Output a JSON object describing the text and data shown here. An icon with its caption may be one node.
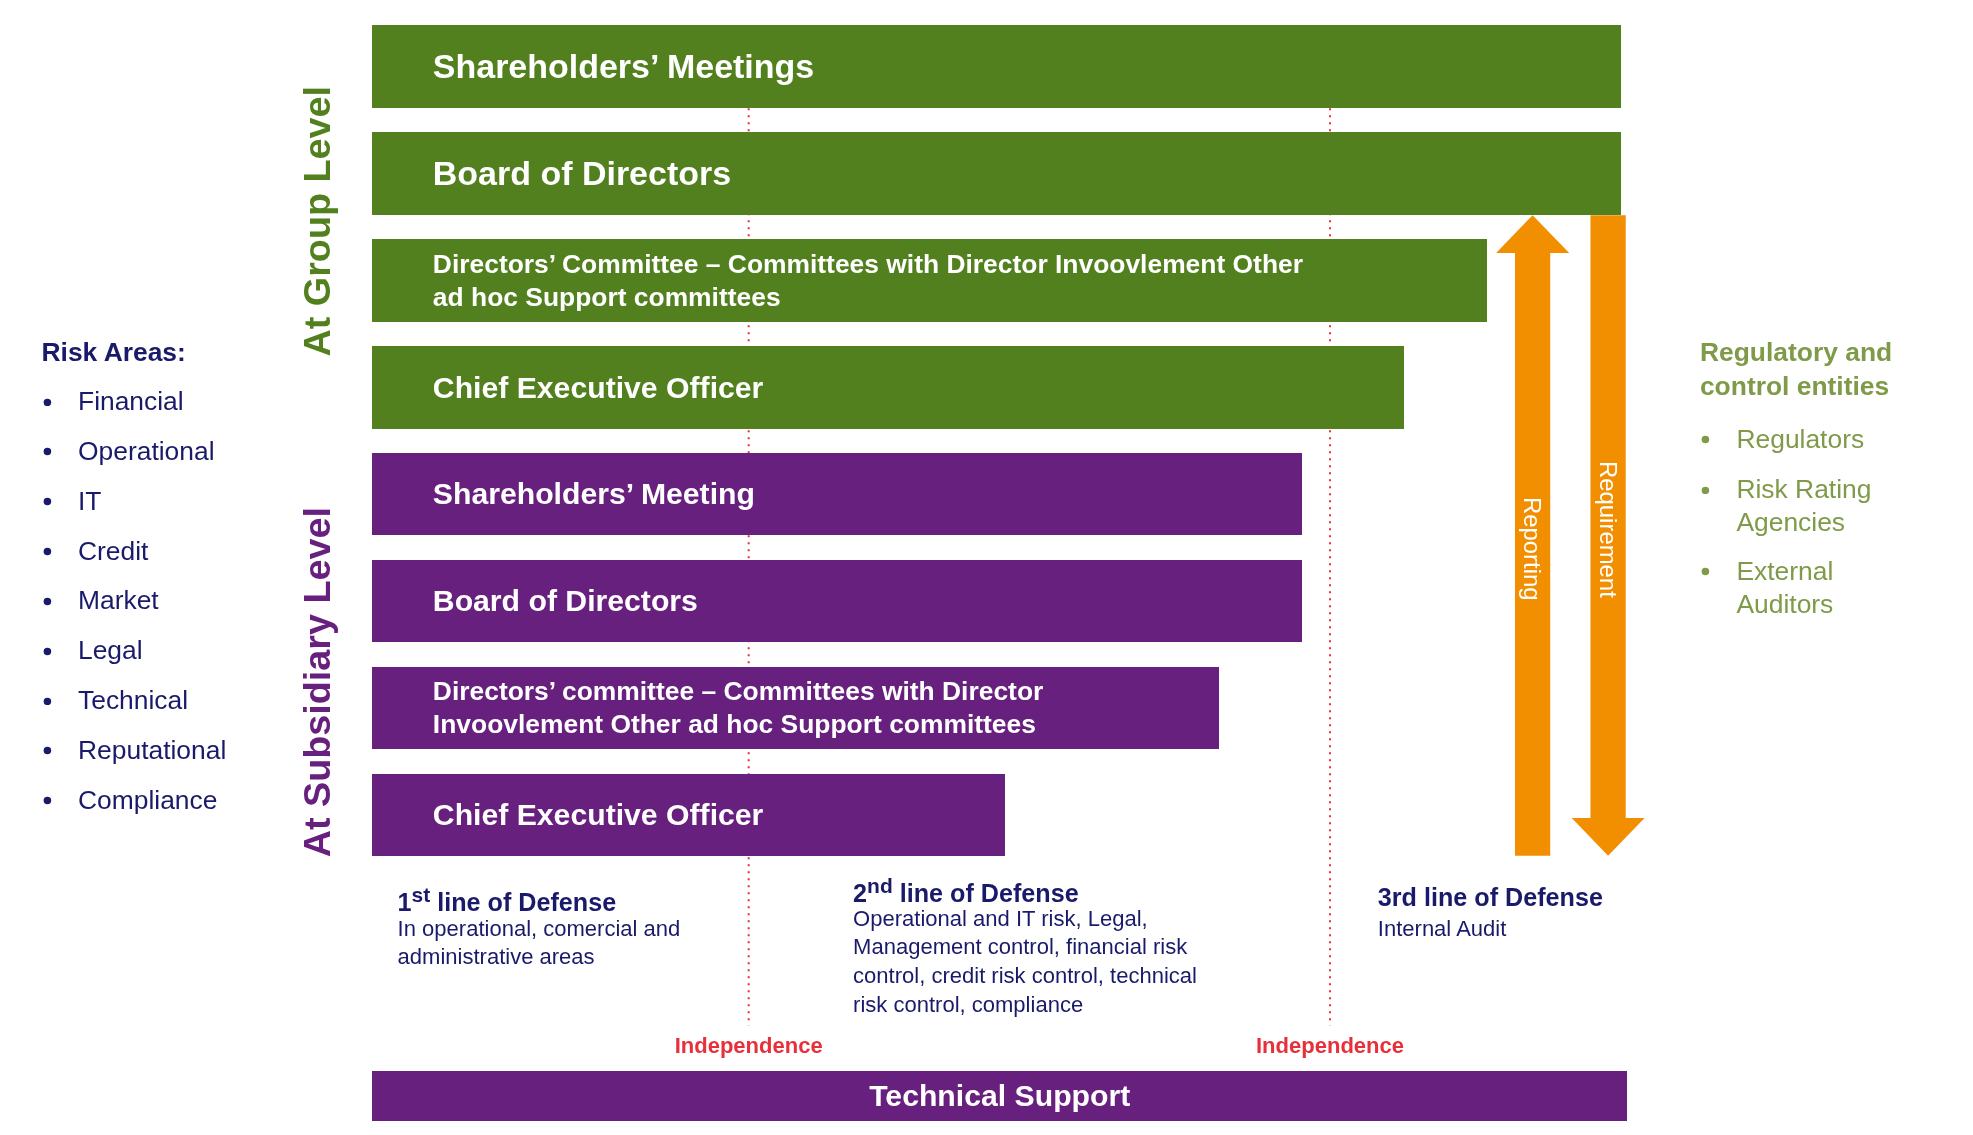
{
  "diagram": {
    "nodes": [
      {
        "text": [
          "Shareholders’ Meetings"
        ]
      },
      {
        "text": [
          "Board of Directors"
        ]
      },
      {
        "text": [
          "Directors’ Committee – Committees with Director Invoovlement Other ad hoc Support committees"
        ]
      },
      {
        "text": [
          "Chief Executive Officer"
        ]
      },
      {
        "text": [
          "Shareholders’ Meeting"
        ]
      },
      {
        "text": [
          "Board of Directors"
        ]
      },
      {
        "text": [
          "Directors’ committee – Committees with Director Invoovlement Other ad hoc Support committees"
        ]
      },
      {
        "text": [
          "Chief Executive Officer"
        ]
      },
      {
        "text": [
          "Technical Support"
        ]
      }
    ],
    "edges": [
      {
        "from": null,
        "to": 1,
        "arrow": "to",
        "label": "Reporting"
      },
      {
        "from": 1,
        "to": null,
        "arrow": "to",
        "label": "Requirement"
      }
    ],
    "labels": [
      "At Group Level",
      "At Subsidiary Level",
      "Risk Areas:",
      "Financial",
      "Operational",
      "IT",
      "Credit",
      "Market",
      "Legal",
      "Technical",
      "Reputational",
      "Compliance",
      "Regulatory and control entities",
      "Regulators",
      "Risk Rating Agencies",
      "External Auditors",
      "1$^{st}$ line of Defense",
      "In operational, comercial and administrative areas",
      "2$^{nd}$ line of Defense",
      "Operational and IT risk, Legal, Management control, financial risk control, credit risk control, technical risk control, compliance",
      "3rd line of Defense",
      "Internal Audit",
      "Independence",
      "Independence"
    ]
  }
}
